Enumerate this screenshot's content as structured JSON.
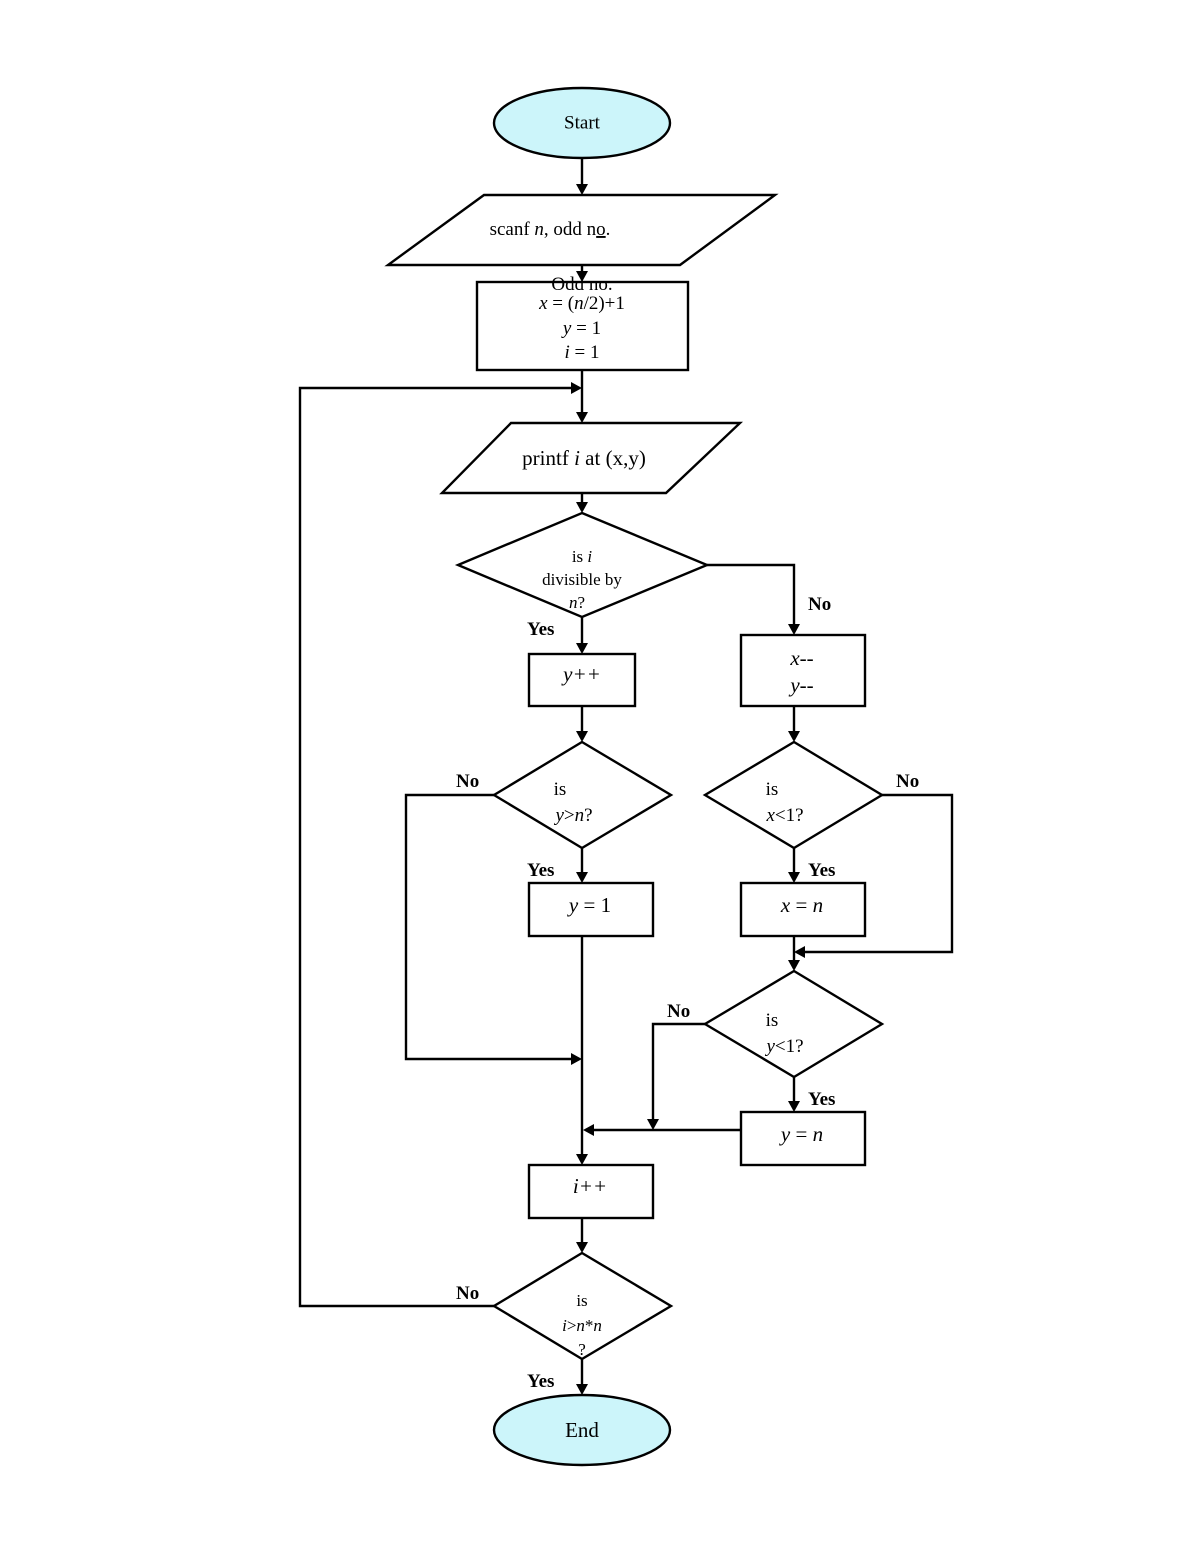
{
  "colors": {
    "terminal_fill": "#ccf5fa",
    "stroke": "#000000",
    "background": "#ffffff"
  },
  "start": {
    "label": "Start"
  },
  "input": {
    "prefix": "scanf ",
    "var": "n",
    "suffix": ", odd n",
    "suffix_u": "o",
    "suffix_end": "."
  },
  "odd_note": {
    "text": "Odd no."
  },
  "init": {
    "l1_var": "x",
    "l1_eq": " = (",
    "l1_n": "n",
    "l1_tail": "/2)+1",
    "l2_var": "y",
    "l2_tail": " = 1",
    "l3_var": "i",
    "l3_tail": " = 1"
  },
  "output": {
    "prefix": "printf ",
    "var": "i",
    "suffix": " at  (x,y)"
  },
  "dec_divisible": {
    "l1": "is ",
    "l1_var": "i",
    "l2": "divisible by",
    "l3_var": "n",
    "l3": "?"
  },
  "inc_y": {
    "text": "y++"
  },
  "dec_xy": {
    "l1": "x--",
    "l2": "y--"
  },
  "dec_y_gt_n": {
    "l1": "is",
    "l2_var1": "y",
    "l2_op": ">",
    "l2_var2": "n",
    "l2_q": "?"
  },
  "dec_x_lt_1": {
    "l1": "is",
    "l2_var": "x",
    "l2_tail": "<1?"
  },
  "set_y1": {
    "var": "y",
    "tail": " = 1"
  },
  "set_xn": {
    "var": "x",
    "op": " = ",
    "val": "n"
  },
  "dec_y_lt_1": {
    "l1": "is",
    "l2_var": "y",
    "l2_tail": "<1?"
  },
  "set_yn": {
    "var": "y",
    "op": " = ",
    "val": "n"
  },
  "inc_i": {
    "text": "i++"
  },
  "dec_end": {
    "l1": "is",
    "l2_var1": "i",
    "l2_op1": ">",
    "l2_var2": "n",
    "l2_op2": "*",
    "l2_var3": "n",
    "l3": "?"
  },
  "end": {
    "label": "End"
  },
  "edge_labels": {
    "yes": "Yes",
    "no": "No"
  }
}
